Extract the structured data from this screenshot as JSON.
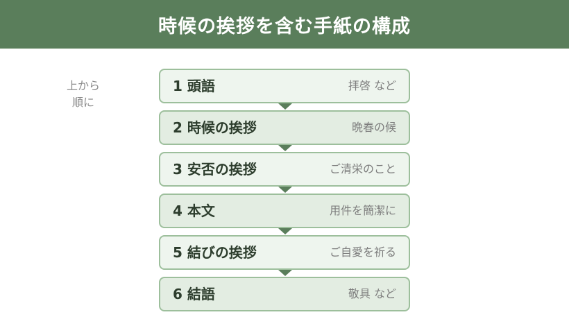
{
  "header": {
    "title": "時候の挨拶を含む手紙の構成"
  },
  "side_note": {
    "line1": "上から",
    "line2": "順に"
  },
  "steps": [
    {
      "label": "1 頭語",
      "example": "拝啓 など"
    },
    {
      "label": "2 時候の挨拶",
      "example": "晩春の候"
    },
    {
      "label": "3 安否の挨拶",
      "example": "ご清栄のこと"
    },
    {
      "label": "4 本文",
      "example": "用件を簡潔に"
    },
    {
      "label": "5 結びの挨拶",
      "example": "ご自愛を祈る"
    },
    {
      "label": "6 結語",
      "example": "敬具 など"
    }
  ],
  "colors": {
    "header_bg": "#5a7e5b",
    "box_border": "#9dbf9c",
    "arrow": "#5a7e5b"
  }
}
